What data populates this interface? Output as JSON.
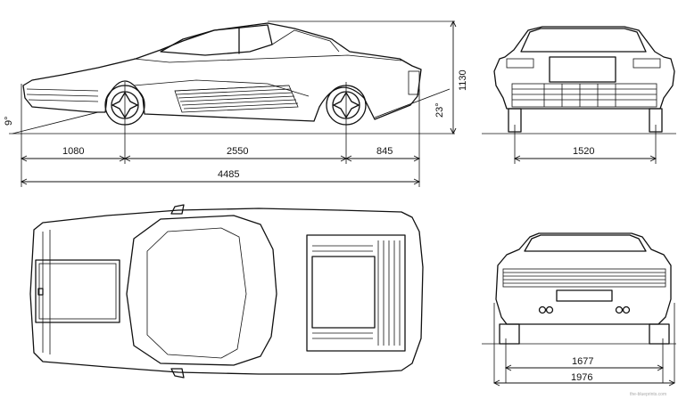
{
  "dimensions": {
    "front_overhang": "1080",
    "wheelbase": "2550",
    "rear_overhang": "845",
    "overall_length": "4485",
    "height": "1130",
    "approach_angle": "9°",
    "departure_angle": "23°",
    "front_track": "1520",
    "rear_track": "1677",
    "overall_width": "1976"
  },
  "watermark": "the-blueprints.com"
}
